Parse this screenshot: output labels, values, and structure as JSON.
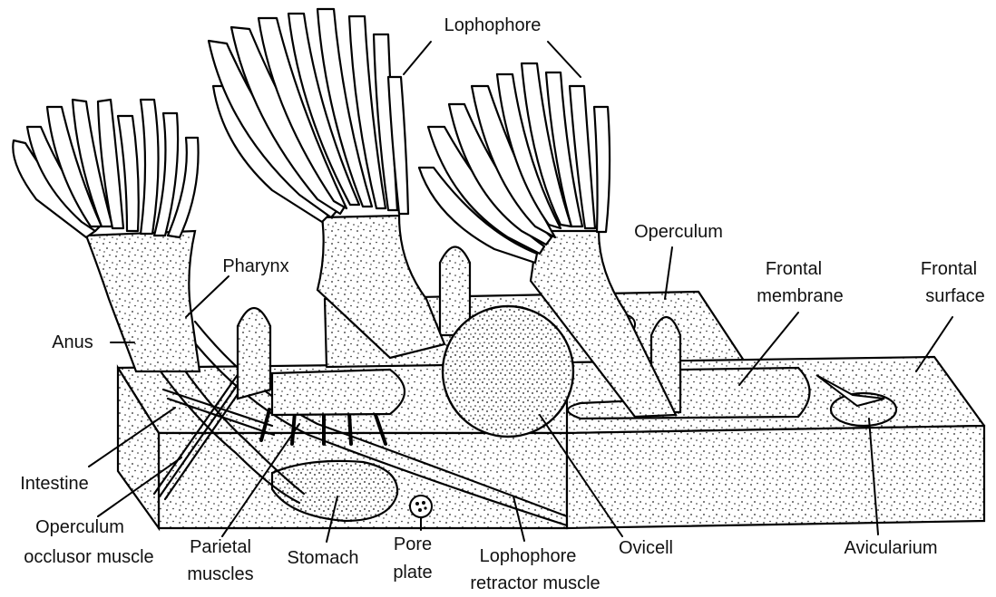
{
  "labels": {
    "lophophore": "Lophophore",
    "pharynx": "Pharynx",
    "anus": "Anus",
    "intestine": "Intestine",
    "operculum_occlusor_1": "Operculum",
    "operculum_occlusor_2": "occlusor muscle",
    "parietal_1": "Parietal",
    "parietal_2": "muscles",
    "stomach": "Stomach",
    "pore_1": "Pore",
    "pore_2": "plate",
    "retractor_1": "Lophophore",
    "retractor_2": "retractor muscle",
    "ovicell": "Ovicell",
    "avicularium": "Avicularium",
    "operculum": "Operculum",
    "frontal_membrane_1": "Frontal",
    "frontal_membrane_2": "membrane",
    "frontal_surface_1": "Frontal",
    "frontal_surface_2": "surface"
  }
}
